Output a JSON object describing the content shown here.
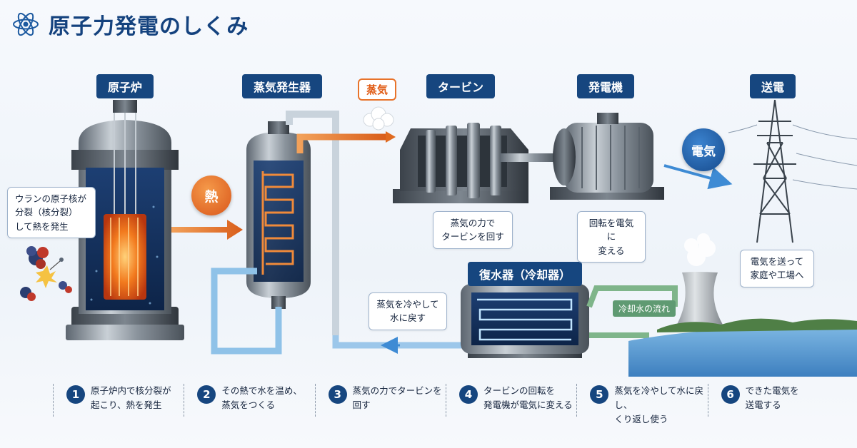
{
  "title": "原子力発電のしくみ",
  "stages": {
    "reactor": "原子炉",
    "steam_generator": "蒸気発生器",
    "turbine": "タービン",
    "generator": "発電機",
    "transmission": "送電",
    "condenser": "復水器（冷却器）"
  },
  "labels": {
    "heat": "熱",
    "steam": "蒸気",
    "electricity": "電気",
    "cooling_water_flow": "冷却水の流れ"
  },
  "callouts": {
    "reactor": [
      "ウランの原子核が",
      "分裂（核分裂）",
      "して熱を発生"
    ],
    "turbine": [
      "蒸気の力で",
      "タービンを回す"
    ],
    "generator": [
      "回転を電気に",
      "変える"
    ],
    "transmission": [
      "電気を送って",
      "家庭や工場へ"
    ],
    "condenser": [
      "蒸気を冷やして",
      "水に戻す"
    ]
  },
  "steps": [
    {
      "num": "1",
      "lines": [
        "原子炉内で核分裂が",
        "起こり、熱を発生"
      ]
    },
    {
      "num": "2",
      "lines": [
        "その熱で水を温め、",
        "蒸気をつくる"
      ]
    },
    {
      "num": "3",
      "lines": [
        "蒸気の力でタービンを",
        "回す"
      ]
    },
    {
      "num": "4",
      "lines": [
        "タービンの回転を",
        "発電機が電気に変える"
      ]
    },
    {
      "num": "5",
      "lines": [
        "蒸気を冷やして水に戻し、",
        "くり返し使う"
      ]
    },
    {
      "num": "6",
      "lines": [
        "できた電気を",
        "送電する"
      ]
    }
  ],
  "icons": {
    "title": "atom-icon"
  },
  "colors": {
    "navy": "#16467f",
    "heat_orange": "#e8732a",
    "water_blue": "#5aa7e0",
    "cooling_green": "#6ba37a"
  }
}
